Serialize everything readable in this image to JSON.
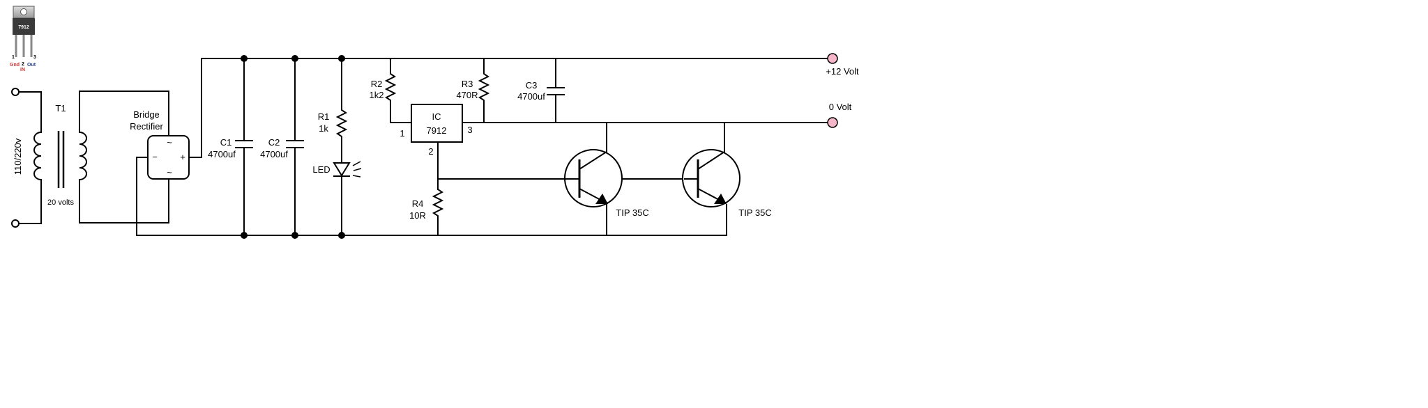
{
  "regulator_icon": {
    "part": "7912",
    "pin1": "1",
    "pin2": "2",
    "pin3": "3",
    "gnd": "Gnd",
    "in": "IN",
    "out": "Out",
    "colors": {
      "gnd": "#cc3333",
      "in": "#cc3333",
      "out": "#1f3a93"
    }
  },
  "input_label": "110/220v",
  "transformer": {
    "name": "T1",
    "secondary": "20 volts"
  },
  "rectifier": {
    "line1": "Bridge",
    "line2": "Rectifier",
    "ac": "~",
    "minus": "−",
    "plus": "+"
  },
  "capacitors": [
    {
      "name": "C1",
      "value": "4700uf"
    },
    {
      "name": "C2",
      "value": "4700uf"
    },
    {
      "name": "C3",
      "value": "4700uf"
    }
  ],
  "resistors": [
    {
      "name": "R1",
      "value": "1k"
    },
    {
      "name": "R2",
      "value": "1k2"
    },
    {
      "name": "R3",
      "value": "470R"
    },
    {
      "name": "R4",
      "value": "10R"
    }
  ],
  "led_label": "LED",
  "ic": {
    "name": "IC",
    "part": "7912",
    "pin1": "1",
    "pin2": "2",
    "pin3": "3"
  },
  "transistors": [
    {
      "label": "TIP 35C"
    },
    {
      "label": "TIP 35C"
    }
  ],
  "outputs": {
    "plus": "+12 Volt",
    "zero": "0 Volt",
    "terminal_color": "#f4b6c8"
  }
}
